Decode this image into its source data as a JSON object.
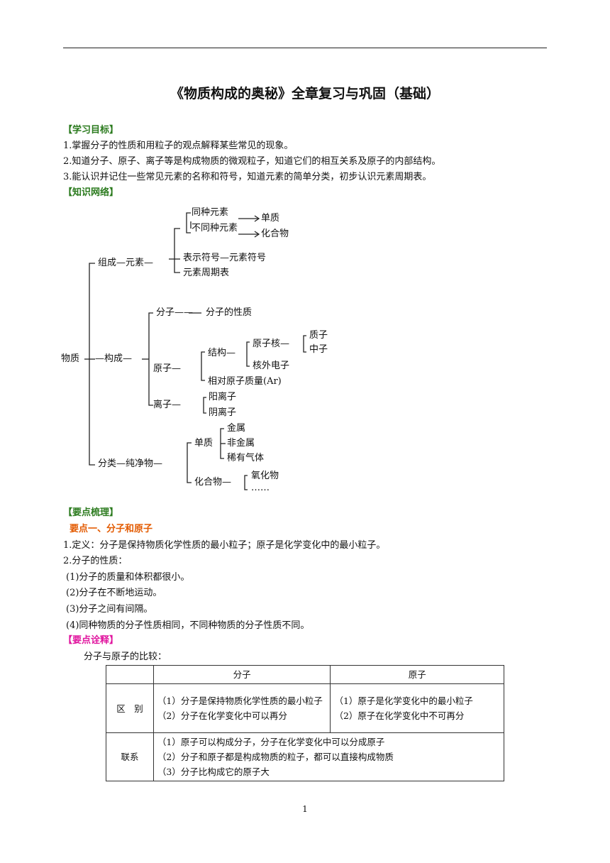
{
  "title": "《物质构成的奥秘》全章复习与巩固（基础）",
  "section_goals": {
    "heading": "【学习目标】",
    "items": [
      "1.掌握分子的性质和用粒子的观点解释某些常见的现象。",
      "2.知道分子、原子、离子等是构成物质的微观粒子，知道它们的相互关系及原子的内部结构。",
      "3.能认识并记住一些常见元素的名称和符号，知道元素的简单分类，初步认识元素周期表。"
    ]
  },
  "section_network": {
    "heading": "【知识网络】",
    "diagram": {
      "root": "物质",
      "composition": "组成—元素—",
      "same_element": "同种元素",
      "simple_substance": "单质",
      "diff_element": "不同种元素",
      "compound": "化合物",
      "symbol": "表示符号—元素符号",
      "periodic_table": "元素周期表",
      "constitute": "—构成—",
      "molecule": "分子——",
      "molecule_property": "分子的性质",
      "atom": "原子—",
      "structure": "结构—",
      "nucleus": "原子核—",
      "proton": "质子",
      "neutron": "中子",
      "electron": "核外电子",
      "relative_mass": "相对原子质量(Ar)",
      "ion": "离子—",
      "cation": "阳离子",
      "anion": "阴离子",
      "classify": "分类—纯净物—",
      "simple": "单质",
      "metal": "金属",
      "nonmetal": "非金属",
      "noble_gas": "稀有气体",
      "compound2": "化合物—",
      "oxide": "氧化物",
      "ellipsis": "……"
    }
  },
  "section_points": {
    "heading": "【要点梳理】",
    "point1_title": "要点一、分子和原子",
    "def": "1.定义：分子是保持物质化学性质的最小粒子；原子是化学变化中的最小粒子。",
    "props_title": "2.分子的性质：",
    "props": [
      "(1)分子的质量和体积都很小。",
      "(2)分子在不断地运动。",
      "(3)分子之间有间隔。",
      "(4)同种物质的分子性质相同，不同种物质的分子性质不同。"
    ]
  },
  "section_explain": {
    "heading": "【要点诠释】",
    "intro": "分子与原子的比较：",
    "table": {
      "header_molecule": "分子",
      "header_atom": "原子",
      "row1_label": "区　别",
      "row1_molecule": [
        "（1）分子是保持物质化学性质的最小粒子",
        "（2）分子在化学变化中可以再分"
      ],
      "row1_atom": [
        "（1）原子是化学变化中的最小粒子",
        "（2）原子在化学变化中不可再分"
      ],
      "row2_label": "联系",
      "row2_content": [
        "（1）原子可以构成分子，分子在化学变化中可以分成原子",
        "（2）分子和原子都是构成物质的粒子，都可以直接构成物质",
        "（3）分子比构成它的原子大"
      ]
    }
  },
  "page_number": "1"
}
